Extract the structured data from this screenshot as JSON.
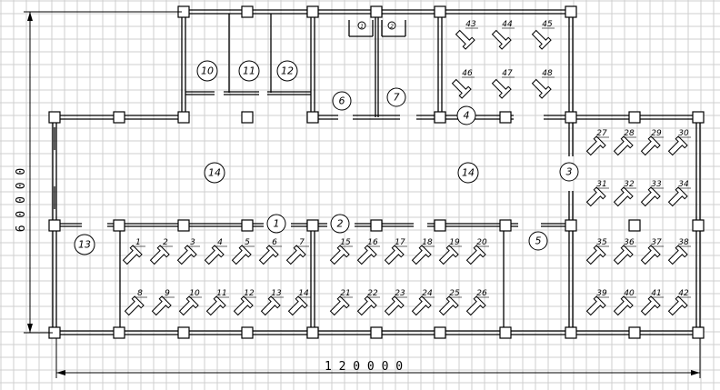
{
  "dimensions": {
    "width_label": "1 2 0 0 0 0",
    "height_label": "6 0 0 0 0"
  },
  "rooms": [
    {
      "id": "r1",
      "label": "1"
    },
    {
      "id": "r2",
      "label": "2"
    },
    {
      "id": "r3",
      "label": "3"
    },
    {
      "id": "r4",
      "label": "4"
    },
    {
      "id": "r5",
      "label": "5"
    },
    {
      "id": "r6",
      "label": "6"
    },
    {
      "id": "r7",
      "label": "7"
    },
    {
      "id": "r10",
      "label": "10"
    },
    {
      "id": "r11",
      "label": "11"
    },
    {
      "id": "r12",
      "label": "12"
    },
    {
      "id": "r13",
      "label": "13"
    },
    {
      "id": "r14a",
      "label": "14"
    },
    {
      "id": "r14b",
      "label": "14"
    }
  ],
  "workstations": [
    "1",
    "2",
    "3",
    "4",
    "5",
    "6",
    "7",
    "8",
    "9",
    "10",
    "11",
    "12",
    "13",
    "14",
    "15",
    "16",
    "17",
    "18",
    "19",
    "20",
    "21",
    "22",
    "23",
    "24",
    "25",
    "26",
    "27",
    "28",
    "29",
    "30",
    "31",
    "32",
    "33",
    "34",
    "35",
    "36",
    "37",
    "38",
    "39",
    "40",
    "41",
    "42",
    "43",
    "44",
    "45",
    "46",
    "47",
    "48"
  ],
  "fixtures": [
    {
      "label": "1"
    },
    {
      "label": "2"
    }
  ]
}
